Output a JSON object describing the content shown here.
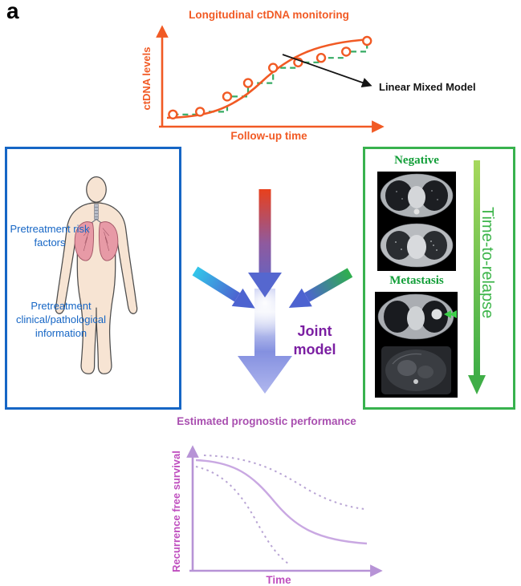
{
  "panel_label": "a",
  "top_chart": {
    "type": "scatter+line",
    "title": "Longitudinal ctDNA monitoring",
    "ylabel": "ctDNA levels",
    "xlabel": "Follow-up time",
    "annotation": "Linear Mixed Model",
    "points": [
      [
        0.04,
        0.1
      ],
      [
        0.17,
        0.13
      ],
      [
        0.3,
        0.3
      ],
      [
        0.4,
        0.45
      ],
      [
        0.52,
        0.62
      ],
      [
        0.64,
        0.68
      ],
      [
        0.75,
        0.73
      ],
      [
        0.87,
        0.8
      ],
      [
        0.97,
        0.92
      ]
    ]
  },
  "left_box": {
    "risk_label": "Pretreatment risk factors",
    "clinical_label": "Pretreatment clinical/pathological information"
  },
  "center": {
    "joint_model_label": "Joint model"
  },
  "right_box": {
    "negative_label": "Negative",
    "metastasis_label": "Metastasis",
    "timeline_label": "Time-to-relapse"
  },
  "bottom_chart": {
    "type": "line",
    "title": "Estimated prognostic performance",
    "ylabel": "Recurrence free survival",
    "xlabel": "Time",
    "series": [
      "survival estimate",
      "confidence band upper",
      "confidence band lower"
    ]
  },
  "colors": {
    "orange": "#f15a24",
    "step_green": "#35ab63",
    "blue": "#1666c5",
    "box_green": "#38b24e",
    "label_green": "#129e38",
    "relapse_green": "#3db54a",
    "purple": "#7b1fa2",
    "magenta": "#bf4fbf",
    "light_purple": "#b793d6"
  }
}
